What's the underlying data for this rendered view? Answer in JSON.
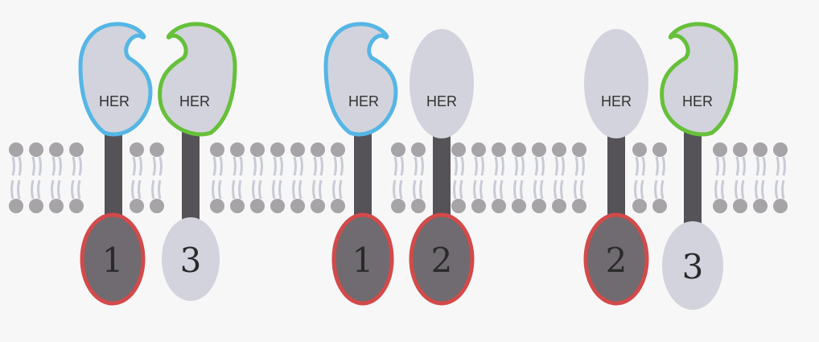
{
  "colors": {
    "background": "#f7f7f8",
    "membrane_head": "#a7a4a8",
    "membrane_tail": "#c9cbd6",
    "blue_outline": "#55b6e6",
    "green_outline": "#66c03a",
    "red_outline": "#d24a4a",
    "receptor_dark": "#6f6b70",
    "receptor_light": "#d2d3dc",
    "stalk": "#555258"
  },
  "dimers": [
    {
      "receptors": [
        {
          "head_label": "HER",
          "head_shape": "cupped",
          "outline": "blue",
          "kinase_label": "1",
          "kinase_outline": "red",
          "kinase_shade": "dark"
        },
        {
          "head_label": "HER",
          "head_shape": "cupped",
          "outline": "green",
          "kinase_label": "3",
          "kinase_outline": "none",
          "kinase_shade": "light"
        }
      ]
    },
    {
      "receptors": [
        {
          "head_label": "HER",
          "head_shape": "cupped",
          "outline": "blue",
          "kinase_label": "1",
          "kinase_outline": "red",
          "kinase_shade": "dark"
        },
        {
          "head_label": "HER",
          "head_shape": "oval",
          "outline": "none",
          "kinase_label": "2",
          "kinase_outline": "red",
          "kinase_shade": "dark"
        }
      ]
    },
    {
      "receptors": [
        {
          "head_label": "HER",
          "head_shape": "oval",
          "outline": "none",
          "kinase_label": "2",
          "kinase_outline": "red",
          "kinase_shade": "dark"
        },
        {
          "head_label": "HER",
          "head_shape": "cupped",
          "outline": "green",
          "kinase_label": "3",
          "kinase_outline": "none",
          "kinase_shade": "light"
        }
      ]
    }
  ]
}
